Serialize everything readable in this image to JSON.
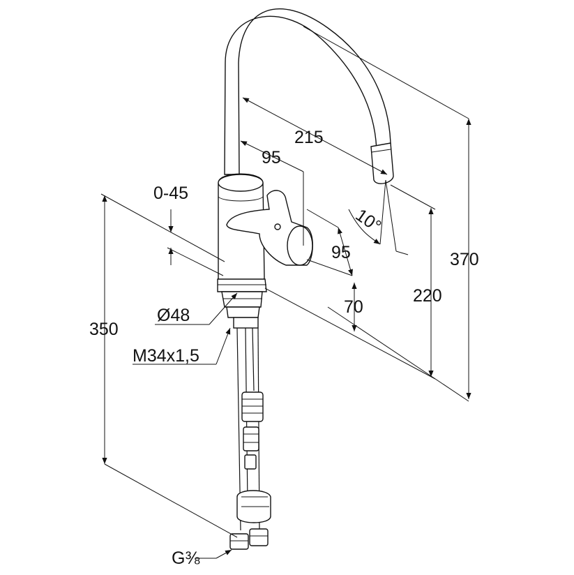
{
  "dimensions": {
    "d370": "370",
    "d220": "220",
    "d215": "215",
    "d95a": "95",
    "d95b": "95",
    "d70": "70",
    "d350": "350",
    "angle_range": "0-45",
    "spray_angle": "10°",
    "diameter": "Ø48",
    "thread": "M34x1,5",
    "connector": "G⅜"
  }
}
